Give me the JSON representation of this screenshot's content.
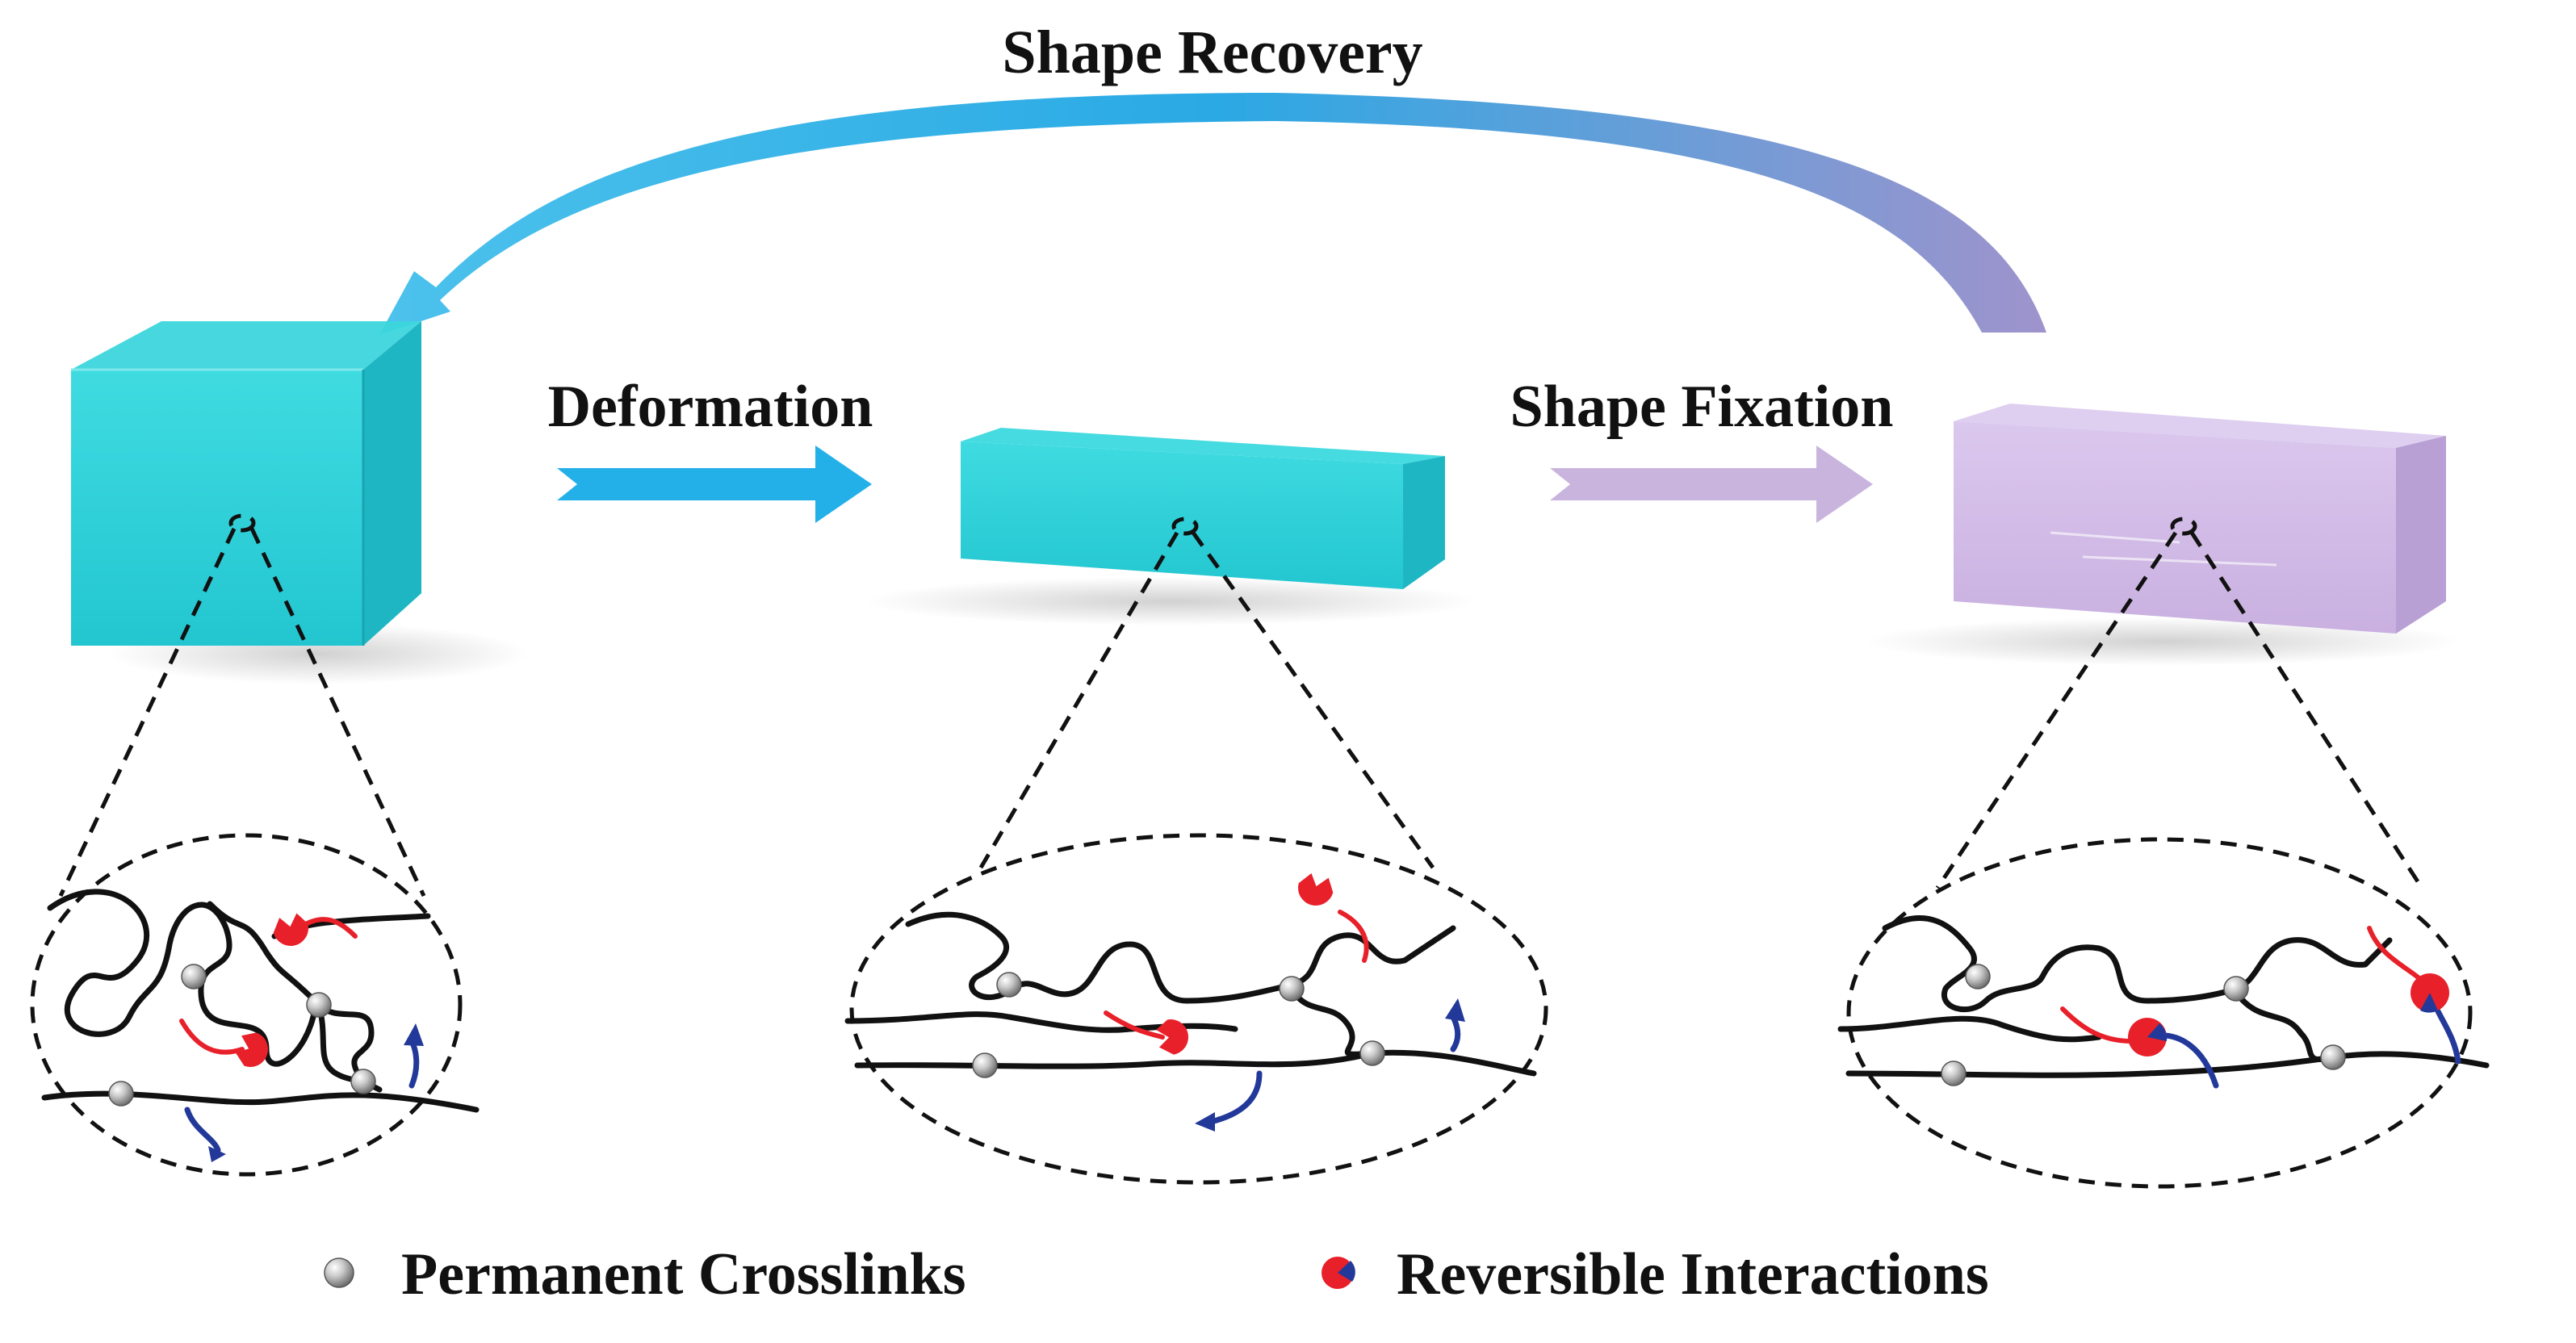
{
  "labels": {
    "recovery": "Shape Recovery",
    "deformation": "Deformation",
    "fixation": "Shape Fixation"
  },
  "legend": {
    "crosslinks": "Permanent Crosslinks",
    "interactions": "Reversible Interactions"
  },
  "colors": {
    "cyan_block": "#2fd0d8",
    "purple_block": "#cdb6e3",
    "deformation_arrow": "#23b0e8",
    "fixation_arrow": "#c9b4de",
    "chain": "#111111",
    "reversible_red": "#e8202a",
    "reversible_blue": "#23399a"
  }
}
